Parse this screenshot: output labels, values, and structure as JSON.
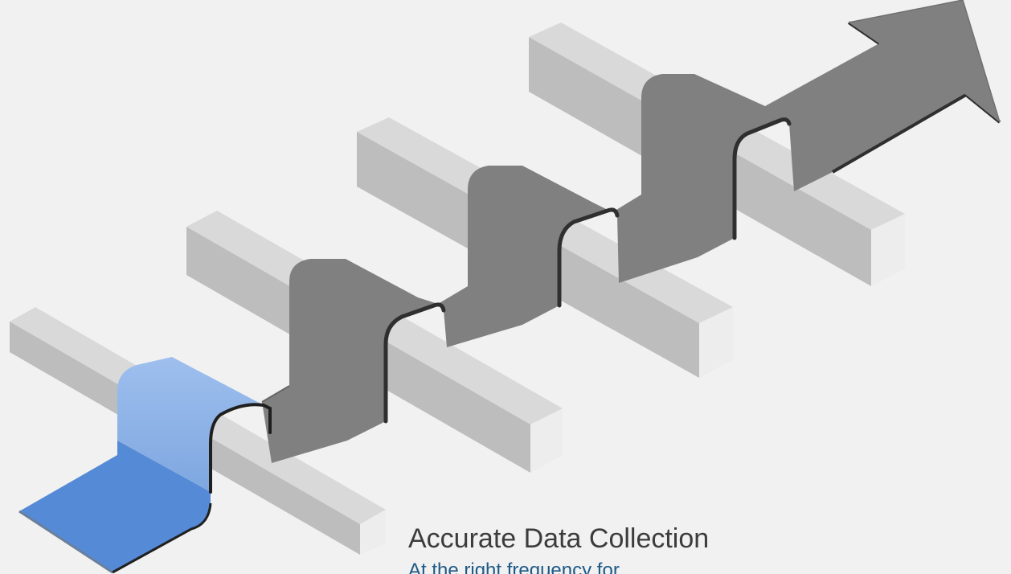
{
  "caption": {
    "title": "Accurate Data Collection",
    "subtitle": "At the right frequency for"
  },
  "colors": {
    "background": "#f1f1f1",
    "barTop": "#d9d9d9",
    "barFace": "#bdbdbd",
    "barEnd": "#eeeeee",
    "ribbon": "#808080",
    "ribbonEdge": "#3a3a3a",
    "highlightTop": "#8fb3e8",
    "highlightBottom": "#548ad6",
    "titleText": "#3c3c3c",
    "subtitleText": "#1f5a86"
  },
  "diagram": {
    "barriers": [
      "barrier-1",
      "barrier-2",
      "barrier-3",
      "barrier-4"
    ],
    "highlighted_segment": "first-step",
    "direction_icon": "arrow-head-icon"
  }
}
